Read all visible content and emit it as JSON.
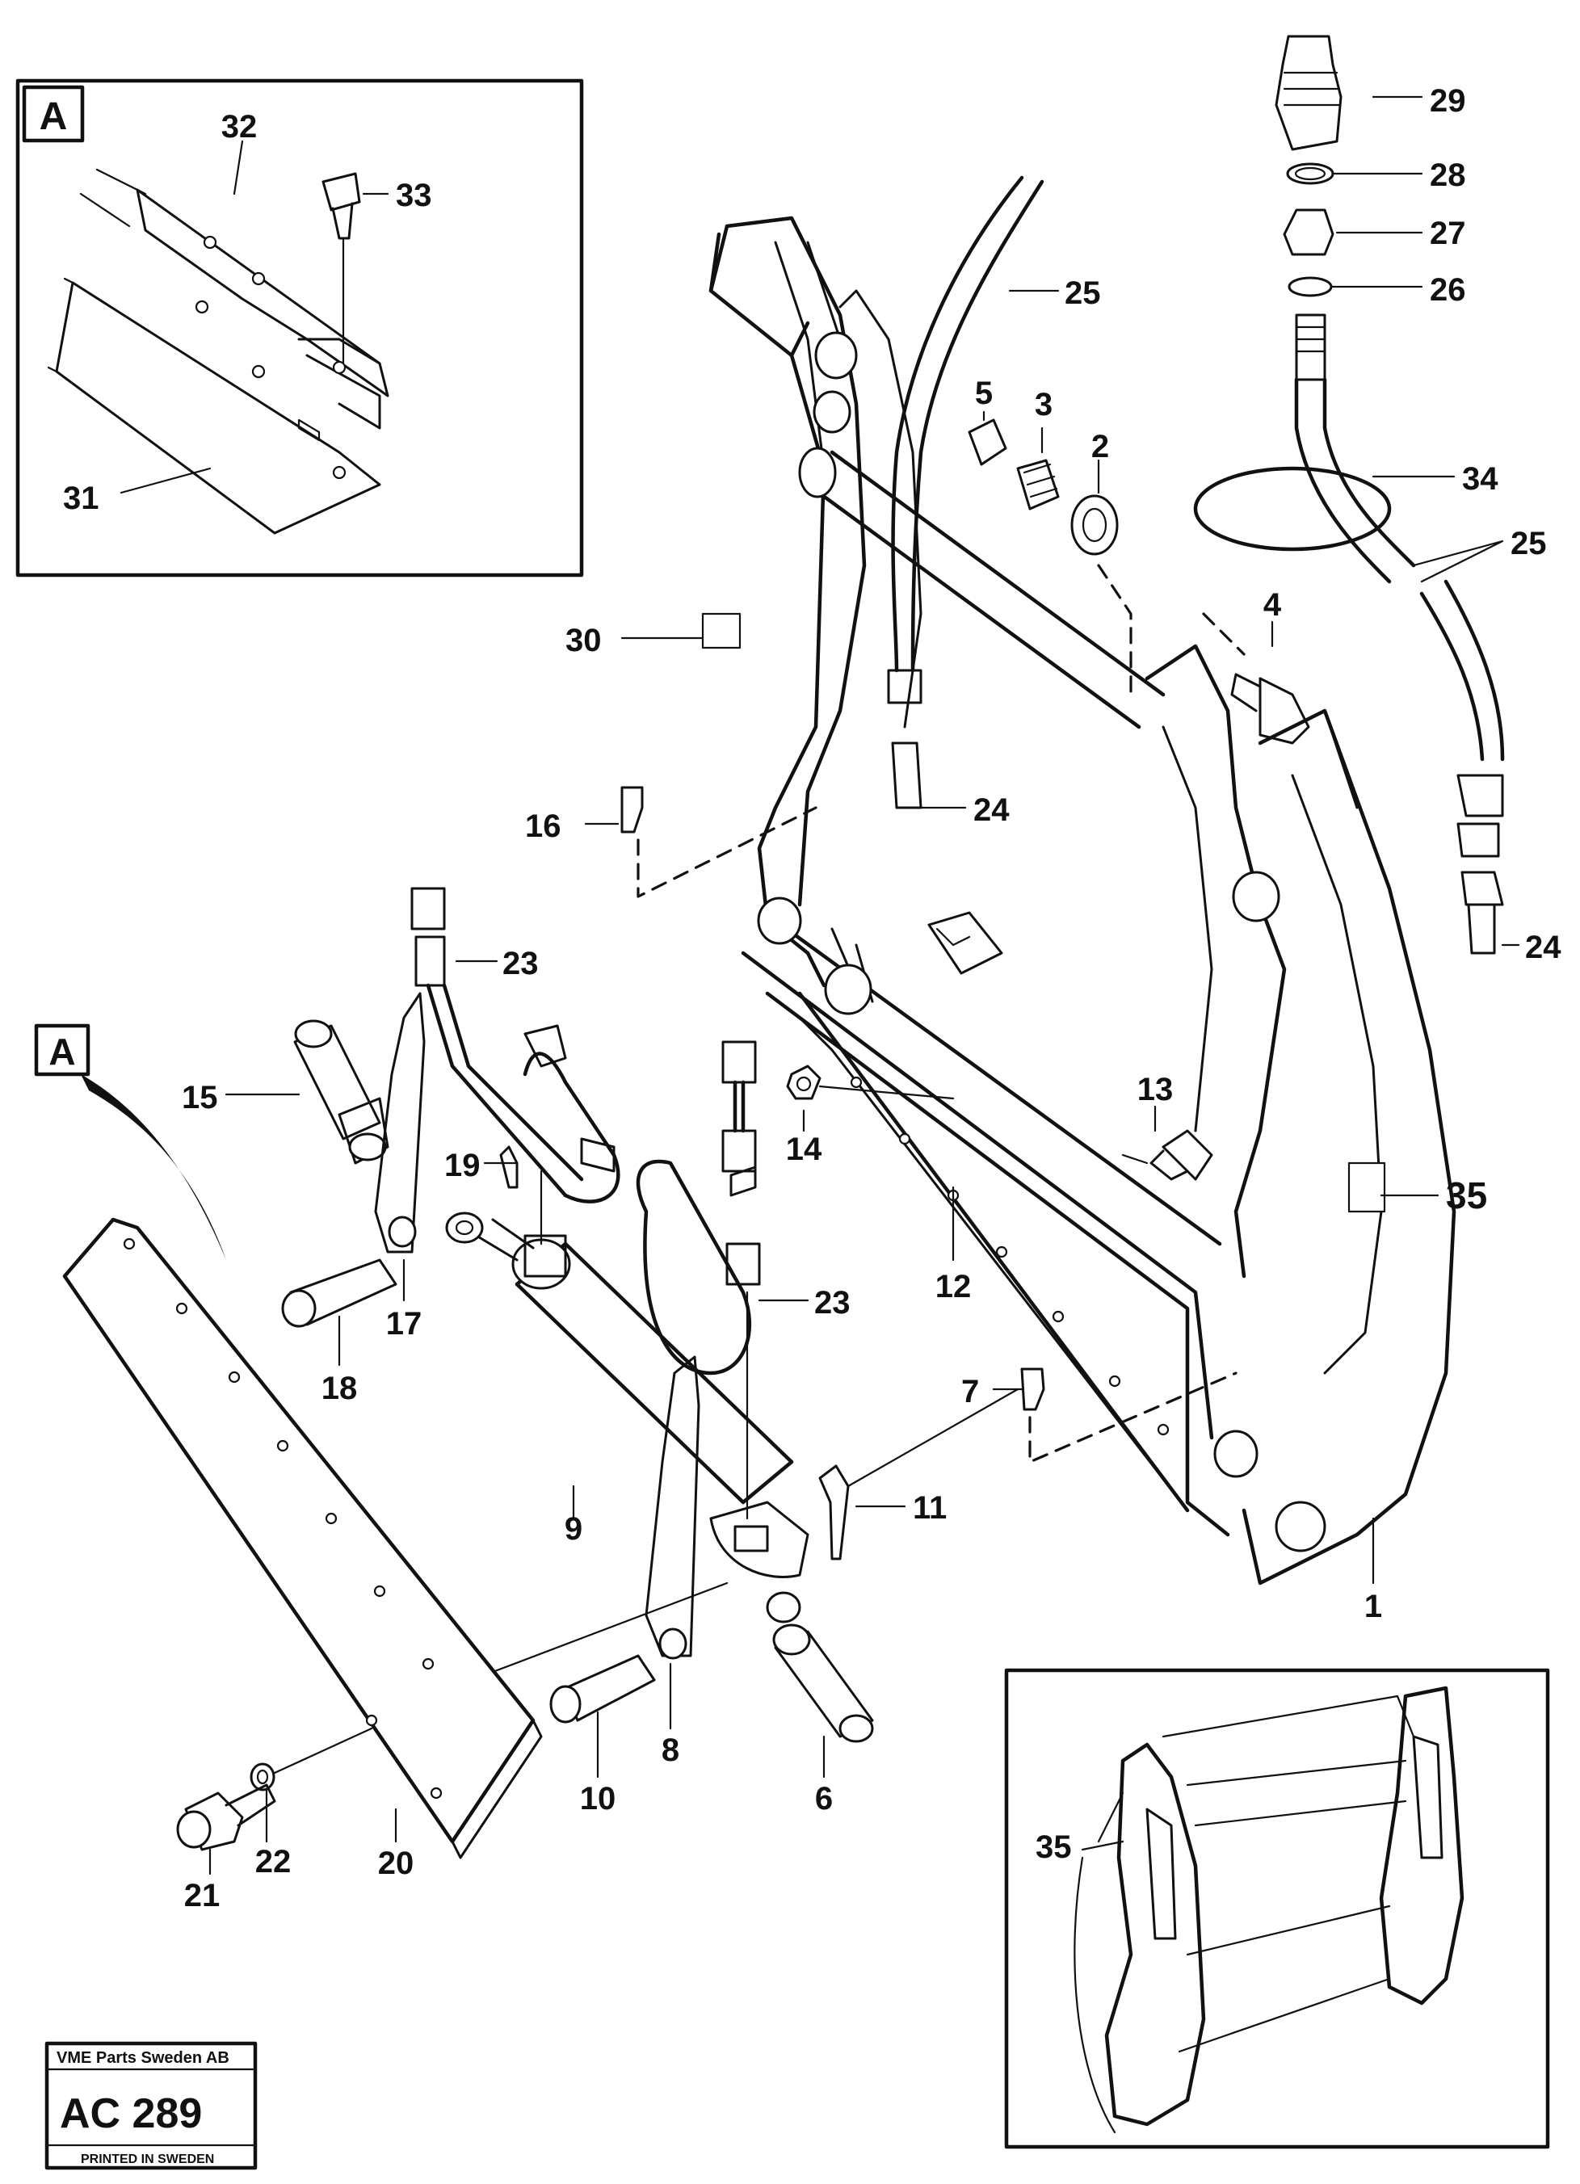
{
  "inset_a": {
    "label": "A",
    "callouts": [
      "32",
      "33",
      "31"
    ]
  },
  "detail_a_marker": "A",
  "callouts": {
    "c1": "1",
    "c2": "2",
    "c3": "3",
    "c4": "4",
    "c5": "5",
    "c6": "6",
    "c7": "7",
    "c8": "8",
    "c9": "9",
    "c10": "10",
    "c11": "11",
    "c12": "12",
    "c13": "13",
    "c14": "14",
    "c15": "15",
    "c16": "16",
    "c17": "17",
    "c18": "18",
    "c19": "19",
    "c20": "20",
    "c21": "21",
    "c22": "22",
    "c23a": "23",
    "c23b": "23",
    "c24a": "24",
    "c24b": "24",
    "c25a": "25",
    "c25b": "25",
    "c26": "26",
    "c27": "27",
    "c28": "28",
    "c29": "29",
    "c30": "30",
    "c34": "34",
    "c35a": "35",
    "c35b": "35"
  },
  "title_block": {
    "company": "VME Parts Sweden AB",
    "drawing_no": "AC 289",
    "footer": "PRINTED IN SWEDEN"
  }
}
